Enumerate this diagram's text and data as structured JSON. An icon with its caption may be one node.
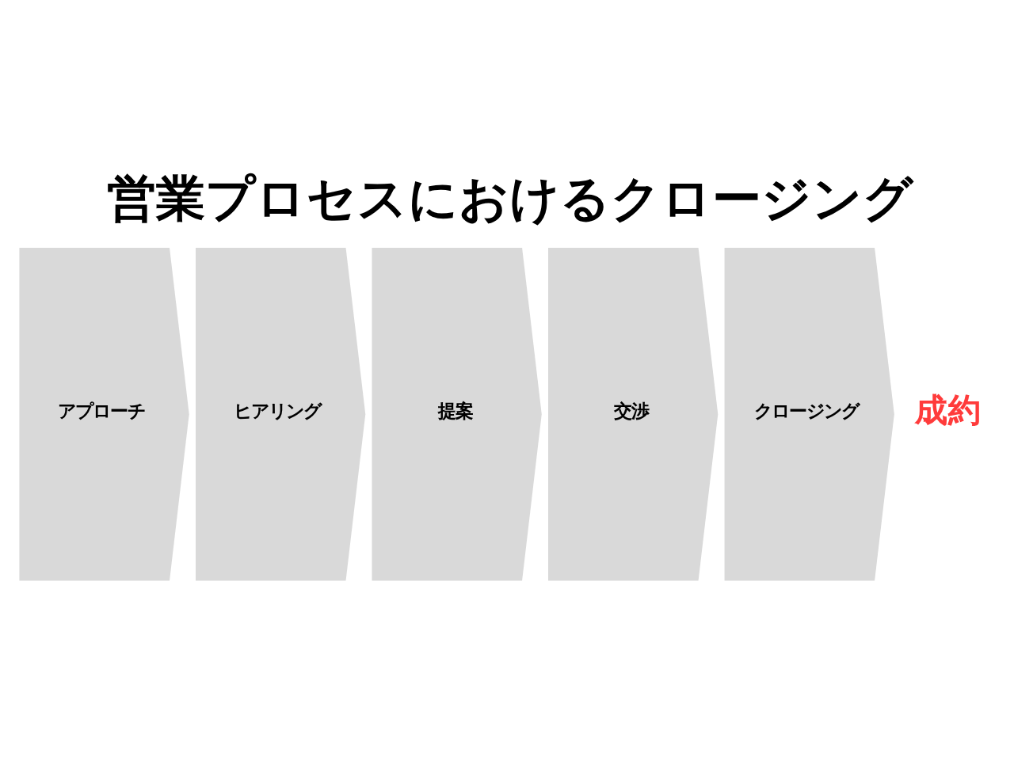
{
  "diagram": {
    "title": "営業プロセスにおけるクロージング",
    "nodes": [
      {
        "text": [
          "アプローチ"
        ]
      },
      {
        "text": [
          "ヒアリング"
        ]
      },
      {
        "text": [
          "提案"
        ]
      },
      {
        "text": [
          "交渉"
        ]
      },
      {
        "text": [
          "クロージング"
        ]
      }
    ],
    "labels": [
      "成約"
    ]
  }
}
